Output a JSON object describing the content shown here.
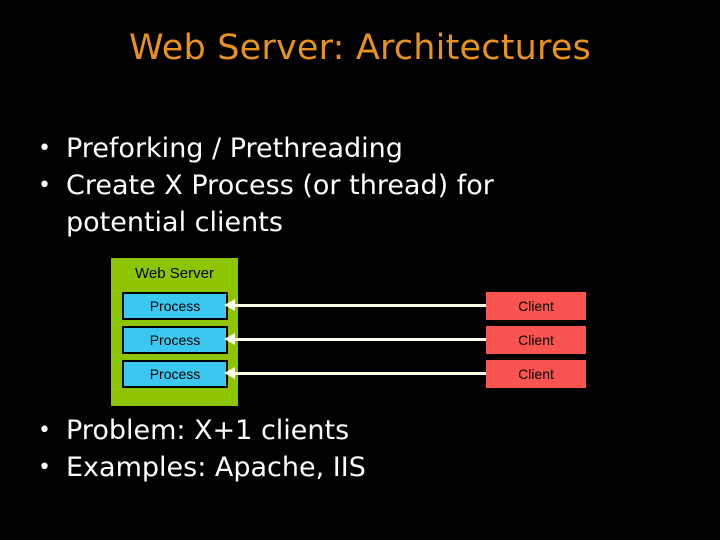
{
  "slide": {
    "background_color": "#000000",
    "title": "Web Server: Architectures",
    "title_color": "#e8921e"
  },
  "bullets_top": [
    {
      "text": "Preforking / Prethreading"
    },
    {
      "text": "Create X Process (or thread) for\npotential clients"
    }
  ],
  "bullets_bottom": [
    {
      "text": "Problem: X+1 clients"
    },
    {
      "text": "Examples: Apache, IIS"
    }
  ],
  "diagram": {
    "server": {
      "label": "Web Server",
      "color": "#8cc400",
      "processes": [
        {
          "label": "Process",
          "color": "#3ac7f0"
        },
        {
          "label": "Process",
          "color": "#3ac7f0"
        },
        {
          "label": "Process",
          "color": "#3ac7f0"
        }
      ]
    },
    "clients": [
      {
        "label": "Client",
        "color": "#f9544f"
      },
      {
        "label": "Client",
        "color": "#f9544f"
      },
      {
        "label": "Client",
        "color": "#f9544f"
      }
    ],
    "connector_color": "#fdfde8",
    "connector_direction": "client-to-process"
  }
}
